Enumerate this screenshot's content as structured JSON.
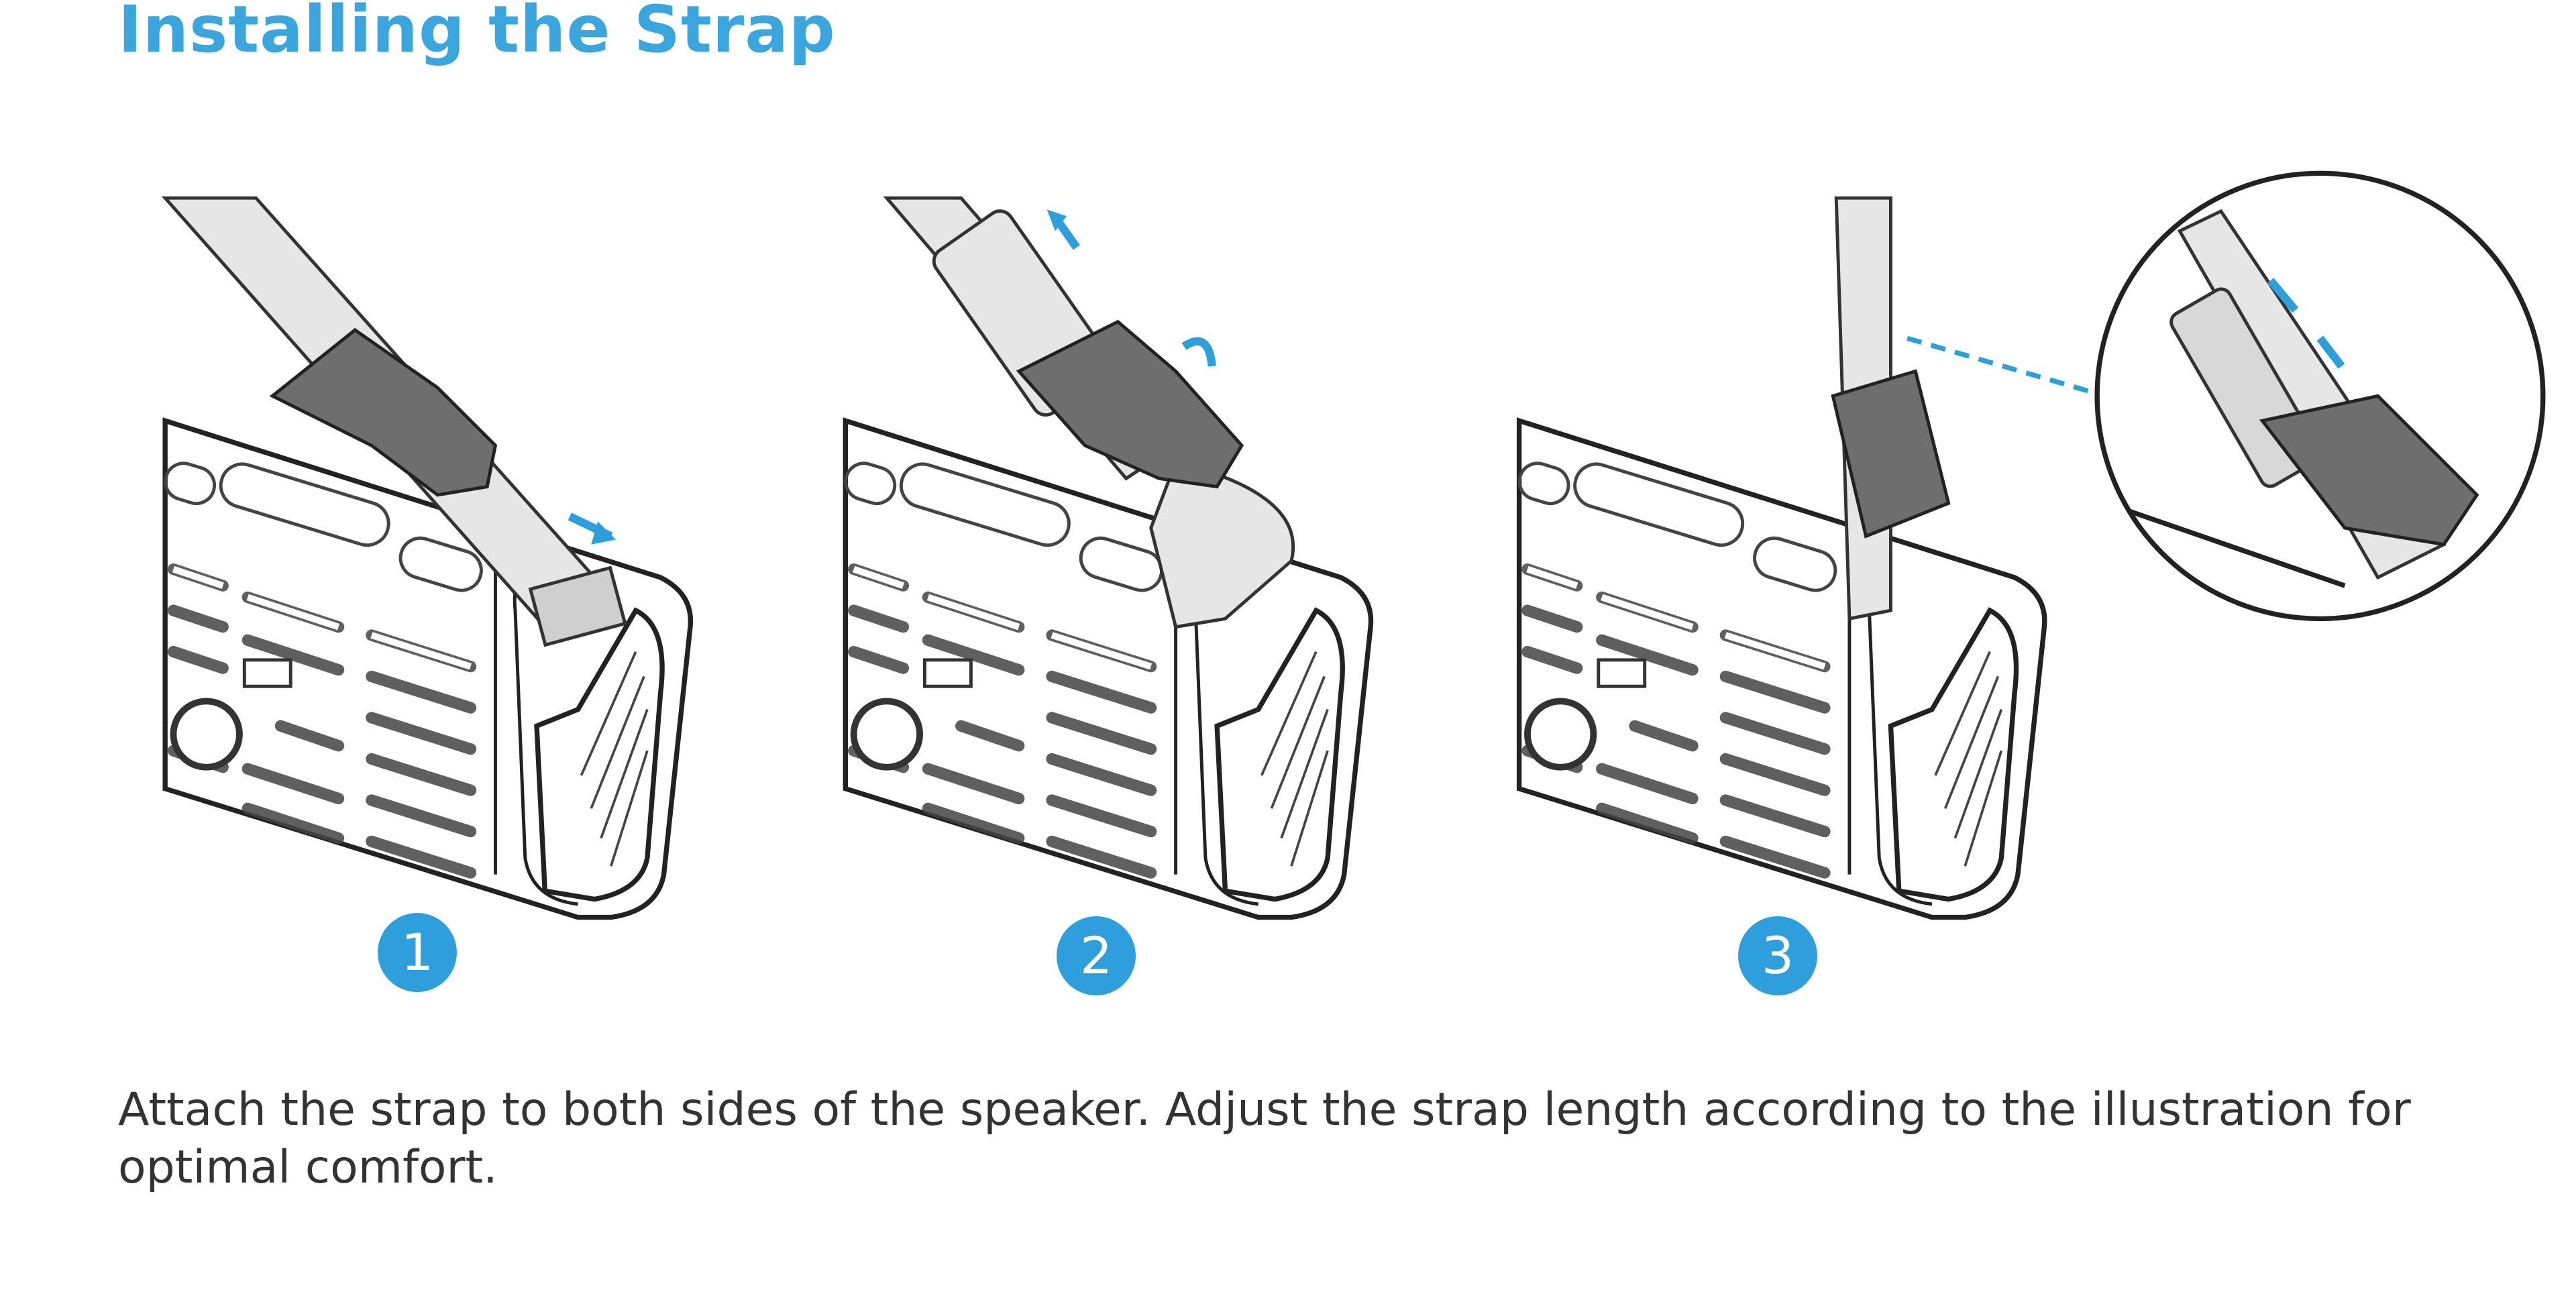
{
  "title": "Installing the Strap",
  "steps": [
    {
      "number": "1"
    },
    {
      "number": "2"
    },
    {
      "number": "3"
    }
  ],
  "description": "Attach the strap to both sides of the speaker. Adjust the strap length according to the illustration for optimal comfort.",
  "colors": {
    "accent": "#3aa6dd",
    "step_badge": "#2f9fdc",
    "buckle": "#6e6e6e",
    "strap": "#e6e6e6"
  }
}
